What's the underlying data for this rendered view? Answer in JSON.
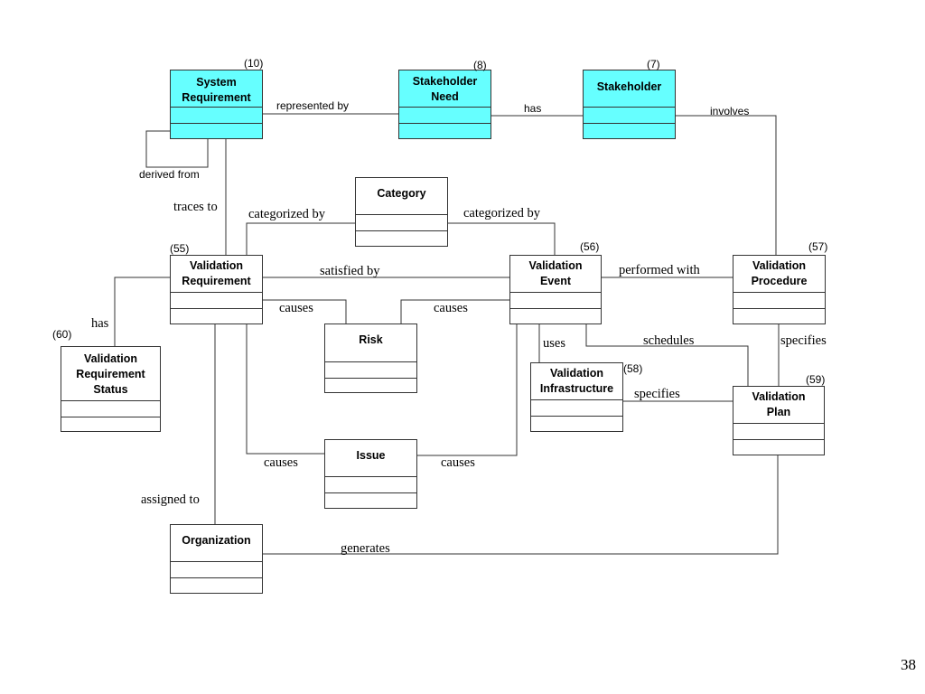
{
  "page_number": "38",
  "classes": {
    "system_requirement": {
      "name": "System\nRequirement",
      "number": "(10)"
    },
    "stakeholder_need": {
      "name": "Stakeholder\nNeed",
      "number": "(8)"
    },
    "stakeholder": {
      "name": "Stakeholder",
      "number": "(7)"
    },
    "category": {
      "name": "Category"
    },
    "validation_requirement": {
      "name": "Validation\nRequirement",
      "number": "(55)"
    },
    "validation_event": {
      "name": "Validation\nEvent",
      "number": "(56)"
    },
    "validation_procedure": {
      "name": "Validation\nProcedure",
      "number": "(57)"
    },
    "risk": {
      "name": "Risk"
    },
    "validation_requirement_status": {
      "name": "Validation\nRequirement\nStatus",
      "number": "(60)"
    },
    "validation_infrastructure": {
      "name": "Validation\nInfrastructure",
      "number": "(58)"
    },
    "validation_plan": {
      "name": "Validation\nPlan",
      "number": "(59)"
    },
    "issue": {
      "name": "Issue"
    },
    "organization": {
      "name": "Organization"
    }
  },
  "relationships": {
    "represented_by": "represented by",
    "has_stakeholder": "has",
    "involves": "involves",
    "derived_from": "derived from",
    "traces_to": "traces to",
    "categorized_by_left": "categorized by",
    "categorized_by_right": "categorized by",
    "satisfied_by": "satisfied by",
    "performed_with": "performed with",
    "causes_vr_risk": "causes",
    "causes_ve_risk": "causes",
    "has_status": "has",
    "uses": "uses",
    "schedules": "schedules",
    "specifies_procedure": "specifies",
    "specifies_infrastructure": "specifies",
    "causes_vr_issue": "causes",
    "causes_ve_issue": "causes",
    "assigned_to": "assigned to",
    "generates": "generates"
  },
  "colors": {
    "highlight": "#66ffff",
    "line": "#333333"
  }
}
